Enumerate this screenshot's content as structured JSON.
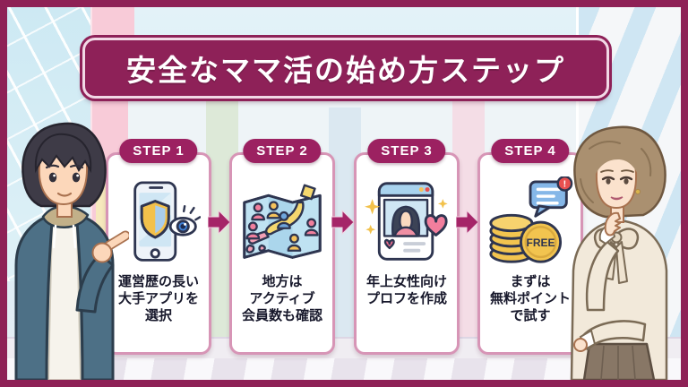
{
  "title": "安全なママ活の始め方ステップ",
  "steps": [
    {
      "badge": "STEP 1",
      "caption": "運営歴の長い\n大手アプリを\n選択",
      "icon": "phone-shield-eye-icon"
    },
    {
      "badge": "STEP 2",
      "caption": "地方は\nアクティブ\n会員数も確認",
      "icon": "japan-map-members-icon"
    },
    {
      "badge": "STEP 3",
      "caption": "年上女性向け\nプロフを作成",
      "icon": "profile-card-heart-icon"
    },
    {
      "badge": "STEP 4",
      "caption": "まずは\n無料ポイント\nで試す",
      "icon": "coins-free-chat-icon",
      "coin_label": "FREE",
      "alert_label": "!"
    }
  ],
  "illustrations": {
    "left_character": "young-man-pointing",
    "right_character": "mature-woman-smiling",
    "background": "city-street-with-crosswalk"
  },
  "colors": {
    "frame": "#8E2156",
    "banner": "#8E2158",
    "badge": "#9C2161",
    "arrow": "#A52568",
    "card_border": "#D795B6",
    "caption_text": "#17182B",
    "coin_gold": "#F2C44F",
    "bubble_blue": "#85B7E8",
    "alert_red": "#E8504F"
  }
}
